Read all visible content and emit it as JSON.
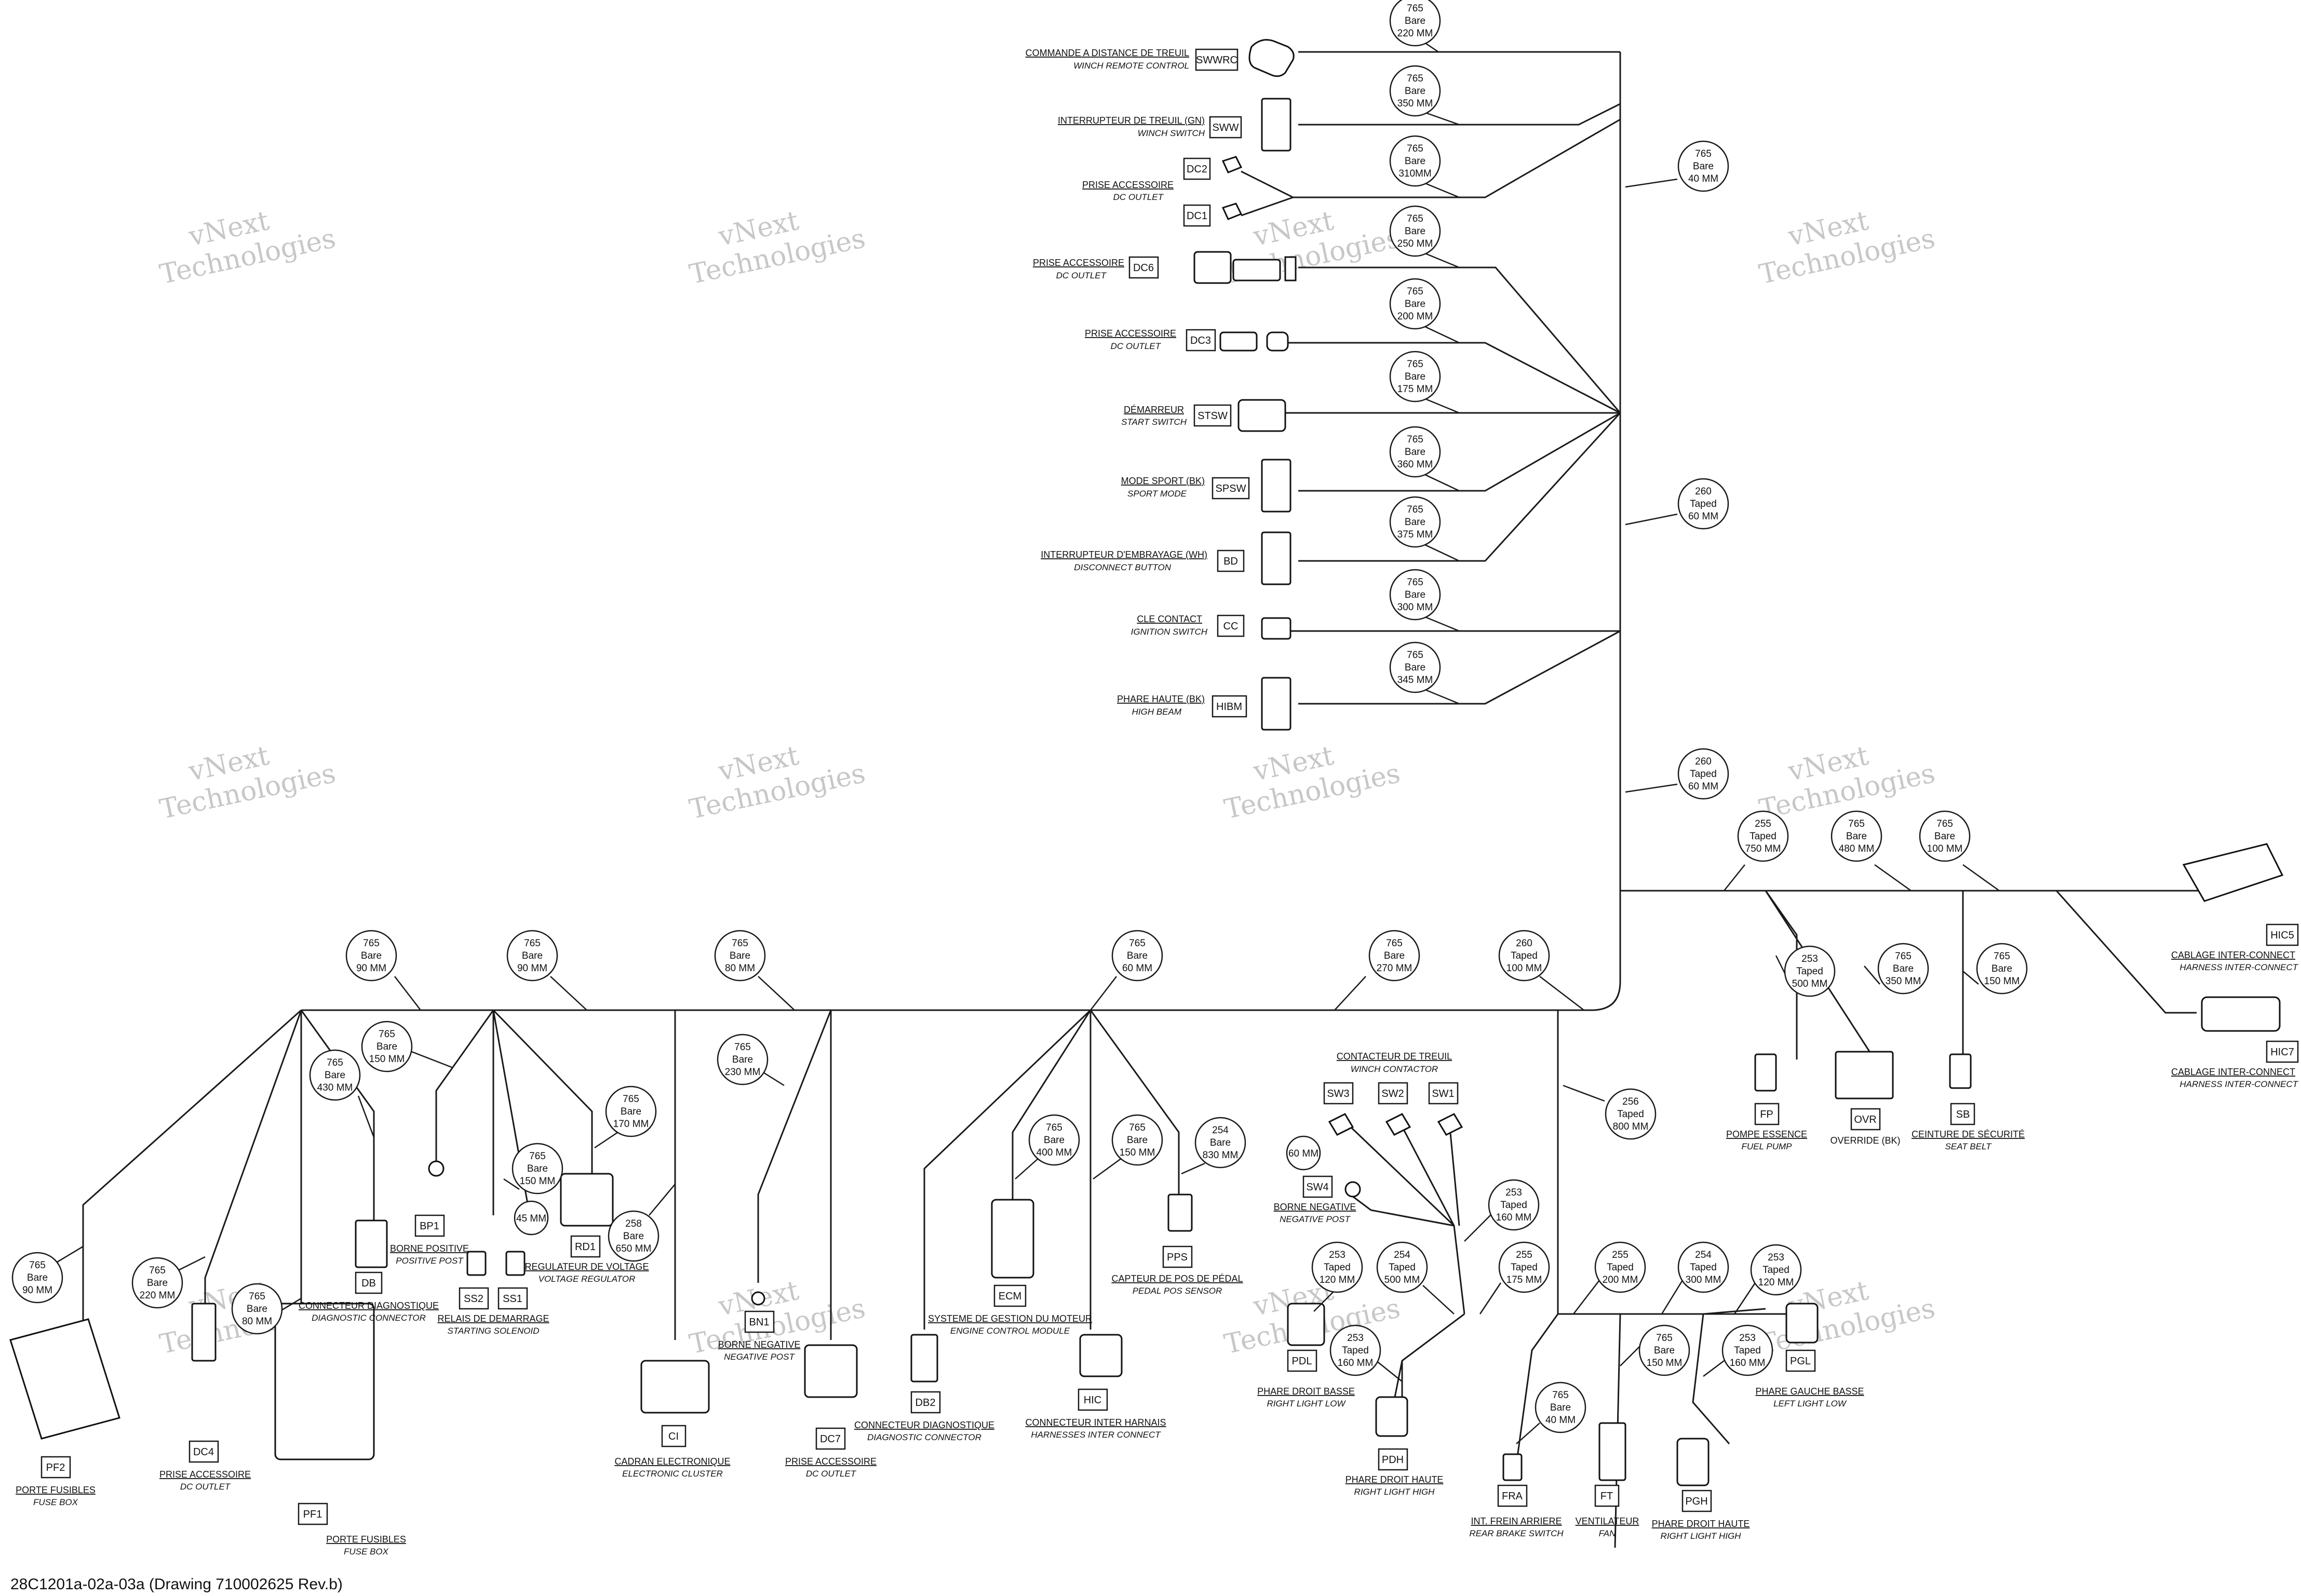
{
  "caption": "28C1201a-02a-03a (Drawing 710002625 Rev.b)",
  "watermark": {
    "line1": "vNext",
    "line2": "Technologies"
  },
  "labels": [
    {
      "fr": "COMMANDE A DISTANCE DE TREUIL",
      "en": "WINCH REMOTE CONTROL",
      "code": "SWWRC"
    },
    {
      "fr": "INTERRUPTEUR DE TREUIL (GN)",
      "en": "WINCH SWITCH",
      "code": "SWW"
    },
    {
      "fr": "PRISE ACCESSOIRE",
      "en": "DC OUTLET",
      "code": "DC2"
    },
    {
      "fr": "",
      "en": "",
      "code": "DC1"
    },
    {
      "fr": "PRISE ACCESSOIRE",
      "en": "DC OUTLET",
      "code": "DC6"
    },
    {
      "fr": "PRISE ACCESSOIRE",
      "en": "DC OUTLET",
      "code": "DC3"
    },
    {
      "fr": "DÉMARREUR",
      "en": "START SWITCH",
      "code": "STSW"
    },
    {
      "fr": "MODE SPORT (BK)",
      "en": "SPORT MODE",
      "code": "SPSW"
    },
    {
      "fr": "INTERRUPTEUR D'EMBRAYAGE (WH)",
      "en": "DISCONNECT BUTTON",
      "code": "BD"
    },
    {
      "fr": "CLE CONTACT",
      "en": "IGNITION SWITCH",
      "code": "CC"
    },
    {
      "fr": "PHARE HAUTE (BK)",
      "en": "HIGH BEAM",
      "code": "HIBM"
    },
    {
      "fr": "CABLAGE INTER-CONNECT",
      "en": "HARNESS INTER-CONNECT",
      "code": "HIC5"
    },
    {
      "fr": "CABLAGE INTER-CONNECT",
      "en": "HARNESS INTER-CONNECT",
      "code": "HIC7"
    },
    {
      "fr": "POMPE ESSENCE",
      "en": "FUEL PUMP",
      "code": "FP"
    },
    {
      "fr": "OVERRIDE (BK)",
      "en": "",
      "code": "OVR"
    },
    {
      "fr": "CEINTURE DE SÉCURITÉ",
      "en": "SEAT BELT",
      "code": "SB"
    },
    {
      "fr": "CONTACTEUR DE TREUIL",
      "en": "WINCH CONTACTOR",
      "code": "SW3"
    },
    {
      "fr": "",
      "en": "",
      "code": "SW2"
    },
    {
      "fr": "",
      "en": "",
      "code": "SW1"
    },
    {
      "fr": "BORNE NEGATIVE",
      "en": "NEGATIVE POST",
      "code": "SW4"
    },
    {
      "fr": "PHARE DROIT BASSE",
      "en": "RIGHT LIGHT LOW",
      "code": "PDL"
    },
    {
      "fr": "PHARE DROIT HAUTE",
      "en": "RIGHT LIGHT HIGH",
      "code": "PDH"
    },
    {
      "fr": "INT. FREIN ARRIERE",
      "en": "REAR BRAKE SWITCH",
      "code": "FRA"
    },
    {
      "fr": "VENTILATEUR",
      "en": "FAN",
      "code": "FT"
    },
    {
      "fr": "PHARE DROIT HAUTE",
      "en": "RIGHT LIGHT HIGH",
      "code": "PGH"
    },
    {
      "fr": "PHARE GAUCHE BASSE",
      "en": "LEFT LIGHT LOW",
      "code": "PGL"
    },
    {
      "fr": "SYSTEME DE GESTION DU MOTEUR",
      "en": "ENGINE CONTROL MODULE",
      "code": "ECM"
    },
    {
      "fr": "CAPTEUR DE POS DE PÉDAL",
      "en": "PEDAL POS SENSOR",
      "code": "PPS"
    },
    {
      "fr": "CONNECTEUR INTER HARNAIS",
      "en": "HARNESSES INTER CONNECT",
      "code": "HIC"
    },
    {
      "fr": "CONNECTEUR DIAGNOSTIQUE",
      "en": "DIAGNOSTIC CONNECTOR",
      "code": "DB2"
    },
    {
      "fr": "PRISE ACCESSOIRE",
      "en": "DC OUTLET",
      "code": "DC7"
    },
    {
      "fr": "BORNE NEGATIVE",
      "en": "NEGATIVE POST",
      "code": "BN1"
    },
    {
      "fr": "CADRAN ELECTRONIQUE",
      "en": "ELECTRONIC CLUSTER",
      "code": "CI"
    },
    {
      "fr": "REGULATEUR DE VOLTAGE",
      "en": "VOLTAGE REGULATOR",
      "code": "RD1"
    },
    {
      "fr": "RELAIS DE DEMARRAGE",
      "en": "STARTING SOLENOID",
      "code": "SS2"
    },
    {
      "fr": "",
      "en": "",
      "code": "SS1"
    },
    {
      "fr": "BORNE POSITIVE",
      "en": "POSITIVE POST",
      "code": "BP1"
    },
    {
      "fr": "CONNECTEUR DIAGNOSTIQUE",
      "en": "DIAGNOSTIC CONNECTOR",
      "code": "DB"
    },
    {
      "fr": "PORTE FUSIBLES",
      "en": "FUSE BOX",
      "code": "PF1"
    },
    {
      "fr": "PRISE ACCESSOIRE",
      "en": "DC OUTLET",
      "code": "DC4"
    },
    {
      "fr": "PORTE FUSIBLES",
      "en": "FUSE BOX",
      "code": "PF2"
    }
  ],
  "segments": [
    {
      "gauge": "765",
      "type": "Bare",
      "length": "220 MM"
    },
    {
      "gauge": "765",
      "type": "Bare",
      "length": "350 MM"
    },
    {
      "gauge": "765",
      "type": "Bare",
      "length": "40 MM"
    },
    {
      "gauge": "765",
      "type": "Bare",
      "length": "310MM"
    },
    {
      "gauge": "765",
      "type": "Bare",
      "length": "250 MM"
    },
    {
      "gauge": "765",
      "type": "Bare",
      "length": "200 MM"
    },
    {
      "gauge": "765",
      "type": "Bare",
      "length": "175 MM"
    },
    {
      "gauge": "765",
      "type": "Bare",
      "length": "360 MM"
    },
    {
      "gauge": "260",
      "type": "Taped",
      "length": "60 MM"
    },
    {
      "gauge": "765",
      "type": "Bare",
      "length": "375 MM"
    },
    {
      "gauge": "765",
      "type": "Bare",
      "length": "300 MM"
    },
    {
      "gauge": "765",
      "type": "Bare",
      "length": "345 MM"
    },
    {
      "gauge": "260",
      "type": "Taped",
      "length": "60 MM"
    },
    {
      "gauge": "255",
      "type": "Taped",
      "length": "750 MM"
    },
    {
      "gauge": "765",
      "type": "Bare",
      "length": "480 MM"
    },
    {
      "gauge": "765",
      "type": "Bare",
      "length": "100 MM"
    },
    {
      "gauge": "253",
      "type": "Taped",
      "length": "500 MM"
    },
    {
      "gauge": "765",
      "type": "Bare",
      "length": "350 MM"
    },
    {
      "gauge": "765",
      "type": "Bare",
      "length": "150 MM"
    },
    {
      "gauge": "765",
      "type": "Bare",
      "length": "90 MM"
    },
    {
      "gauge": "765",
      "type": "Bare",
      "length": "90 MM"
    },
    {
      "gauge": "765",
      "type": "Bare",
      "length": "80 MM"
    },
    {
      "gauge": "765",
      "type": "Bare",
      "length": "60 MM"
    },
    {
      "gauge": "765",
      "type": "Bare",
      "length": "270 MM"
    },
    {
      "gauge": "260",
      "type": "Taped",
      "length": "100 MM"
    },
    {
      "gauge": "765",
      "type": "Bare",
      "length": "430 MM"
    },
    {
      "gauge": "765",
      "type": "Bare",
      "length": "150 MM"
    },
    {
      "gauge": "765",
      "type": "Bare",
      "length": "150 MM"
    },
    {
      "gauge": "765",
      "type": "Bare",
      "length": "170 MM"
    },
    {
      "gauge": "258",
      "type": "Bare",
      "length": "650 MM"
    },
    {
      "gauge": "765",
      "type": "Bare",
      "length": "230 MM"
    },
    {
      "gauge": "765",
      "type": "Bare",
      "length": "400 MM"
    },
    {
      "gauge": "765",
      "type": "Bare",
      "length": "150 MM"
    },
    {
      "gauge": "254",
      "type": "Bare",
      "length": "830 MM"
    },
    {
      "gauge": "256",
      "type": "Taped",
      "length": "800 MM"
    },
    {
      "gauge": "253",
      "type": "Taped",
      "length": "160 MM"
    },
    {
      "gauge": "253",
      "type": "Taped",
      "length": "120 MM"
    },
    {
      "gauge": "254",
      "type": "Taped",
      "length": "500 MM"
    },
    {
      "gauge": "255",
      "type": "Taped",
      "length": "175 MM"
    },
    {
      "gauge": "255",
      "type": "Taped",
      "length": "200 MM"
    },
    {
      "gauge": "254",
      "type": "Taped",
      "length": "300 MM"
    },
    {
      "gauge": "253",
      "type": "Taped",
      "length": "120 MM"
    },
    {
      "gauge": "253",
      "type": "Taped",
      "length": "160 MM"
    },
    {
      "gauge": "765",
      "type": "Bare",
      "length": "150 MM"
    },
    {
      "gauge": "253",
      "type": "Taped",
      "length": "160 MM"
    },
    {
      "gauge": "765",
      "type": "Bare",
      "length": "40 MM"
    },
    {
      "gauge": "765",
      "type": "Bare",
      "length": "90 MM"
    },
    {
      "gauge": "765",
      "type": "Bare",
      "length": "220 MM"
    },
    {
      "gauge": "765",
      "type": "Bare",
      "length": "80 MM"
    }
  ],
  "notes": [
    {
      "text": "45 MM"
    },
    {
      "text": "60 MM"
    }
  ]
}
